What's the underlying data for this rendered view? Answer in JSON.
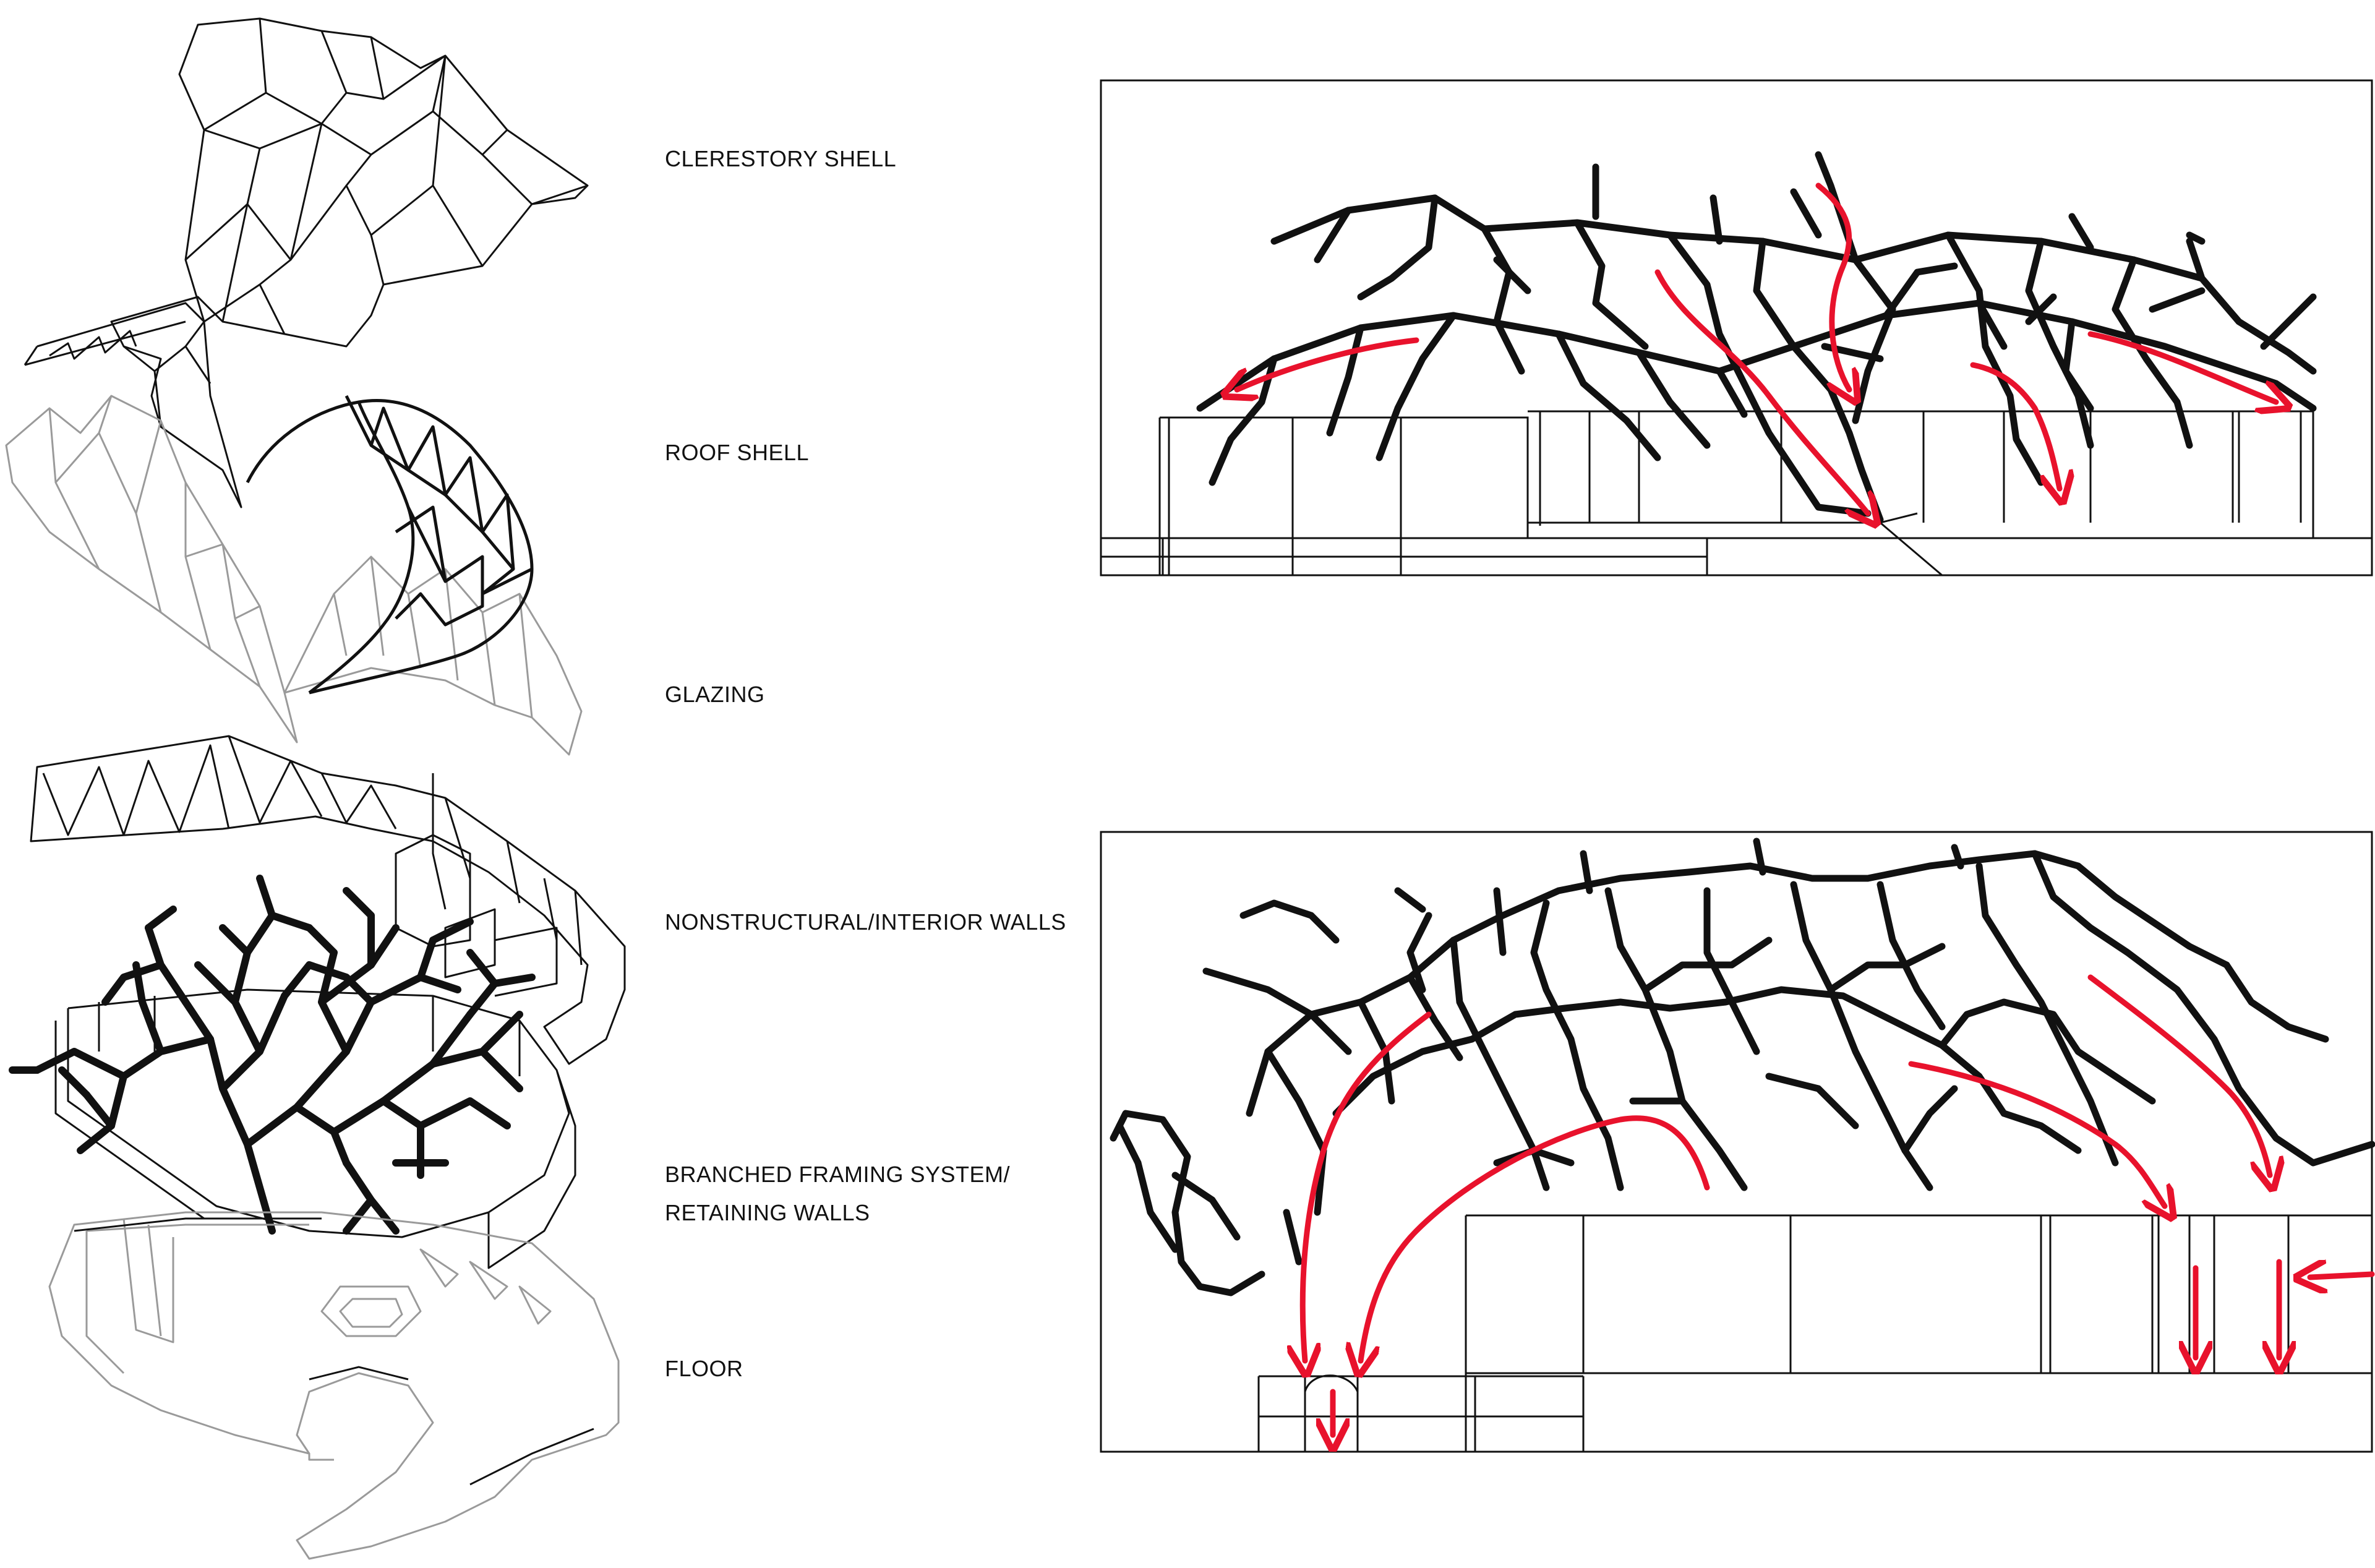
{
  "layers": [
    {
      "id": "clerestory",
      "label": "CLERESTORY SHELL"
    },
    {
      "id": "roof",
      "label": "ROOF SHELL"
    },
    {
      "id": "glazing",
      "label": "GLAZING"
    },
    {
      "id": "walls",
      "label": "NONSTRUCTURAL/INTERIOR WALLS"
    },
    {
      "id": "framing",
      "label": "BRANCHED FRAMING SYSTEM/\nRETAINING WALLS"
    },
    {
      "id": "floor",
      "label": "FLOOR"
    }
  ],
  "colors": {
    "line": "#111111",
    "grey_line": "#9a9a9a",
    "load_arrow": "#e8122c",
    "background": "#ffffff"
  },
  "icons": [
    "load-path-arrow"
  ]
}
